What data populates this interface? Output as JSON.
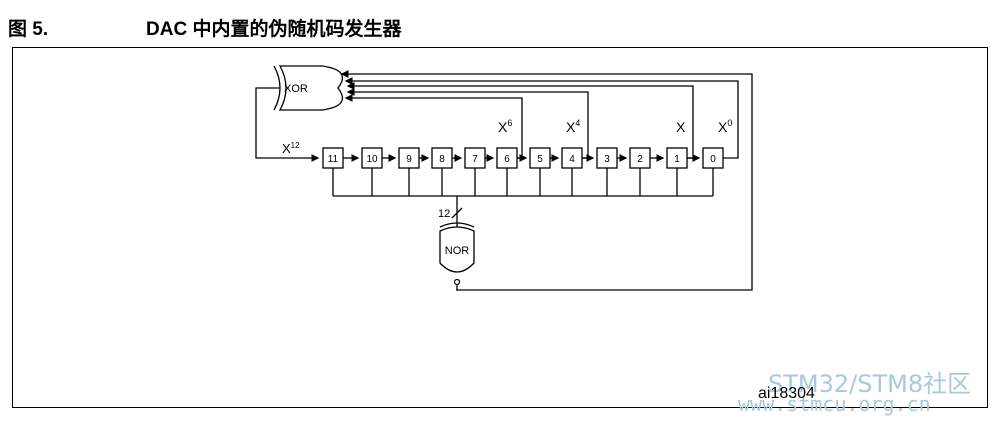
{
  "caption": {
    "number": "图 5.",
    "title": "DAC 中内置的伪随机码发生器"
  },
  "diagram": {
    "xor_label": "XOR",
    "nor_label": "NOR",
    "register_cells": [
      "11",
      "10",
      "9",
      "8",
      "7",
      "6",
      "5",
      "4",
      "3",
      "2",
      "1",
      "0"
    ],
    "tap_labels": {
      "x12": "X",
      "x12_exp": "12",
      "x6": "X",
      "x6_exp": "6",
      "x4": "X",
      "x4_exp": "4",
      "x1": "X",
      "x0": "X",
      "x0_exp": "0"
    },
    "bus_width_label": "12",
    "figure_id": "ai18304"
  },
  "watermark": {
    "line1": "STM32/STM8社区",
    "line2": "www.stmcu.org.cn"
  }
}
